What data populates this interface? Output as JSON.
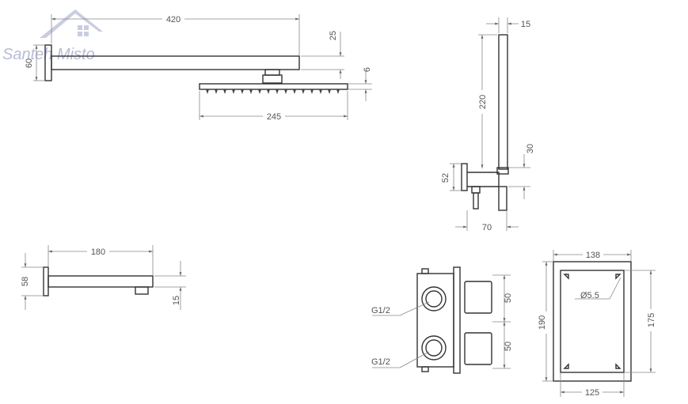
{
  "logo": {
    "text": "Santeh Misto"
  },
  "shower_head": {
    "arm_length": "420",
    "arm_height": "25",
    "flange_height": "60",
    "head_thickness": "6",
    "head_width": "245"
  },
  "hand_shower": {
    "top_width": "15",
    "rail_length": "220",
    "bracket_height": "30",
    "outlet_height": "52",
    "projection": "70"
  },
  "spout": {
    "length": "180",
    "flange_height": "58",
    "outlet_height": "15"
  },
  "valve": {
    "inlet_top": "G1/2",
    "inlet_bottom": "G1/2",
    "spacing_top": "50",
    "spacing_bottom": "50"
  },
  "box": {
    "outer_width": "138",
    "inner_width": "125",
    "outer_height": "190",
    "inner_height": "175",
    "hole_diameter": "Ø5.5"
  }
}
